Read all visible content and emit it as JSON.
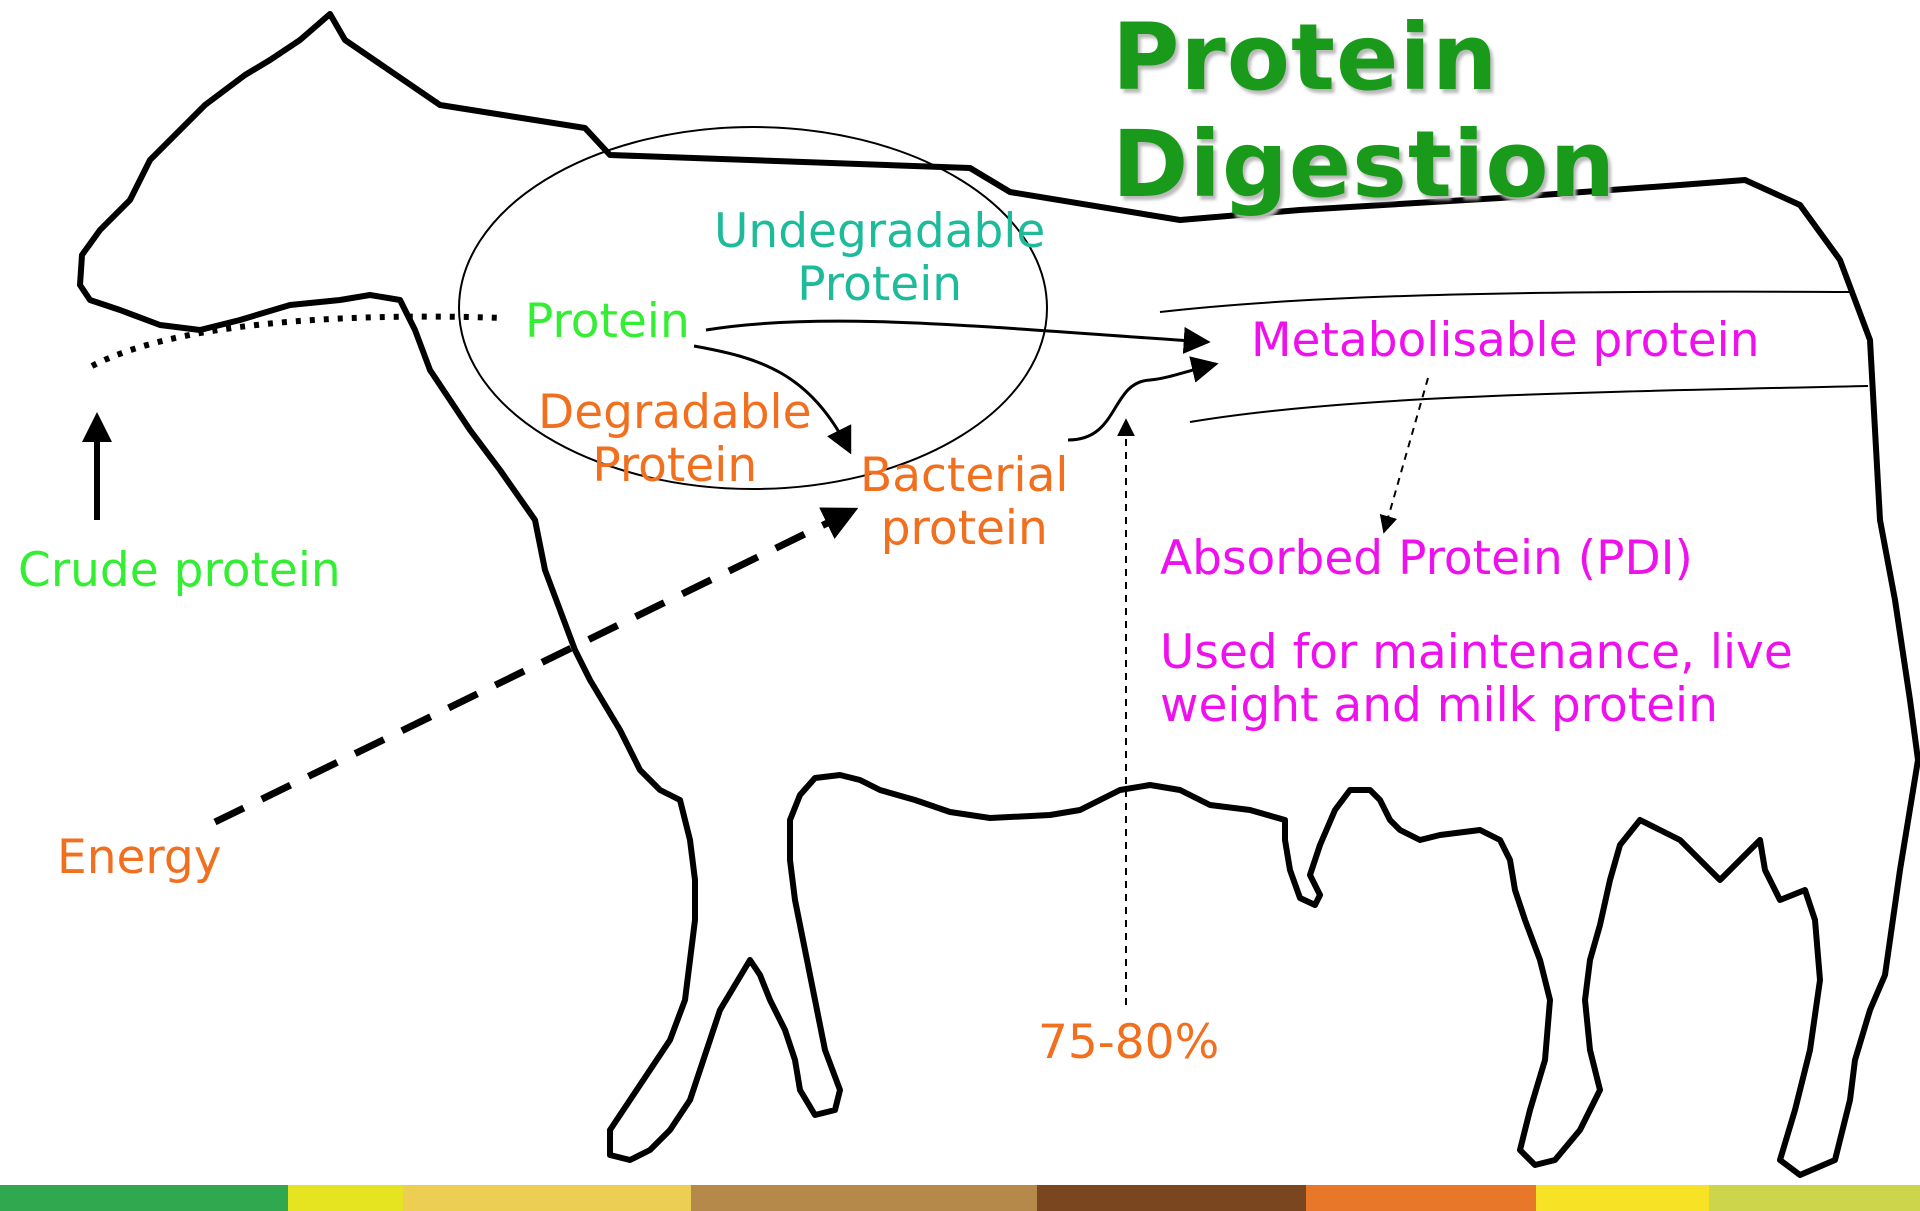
{
  "title": {
    "text": "Protein Digestion",
    "color": "#1a9a1a"
  },
  "labels": {
    "crude_protein": "Crude protein",
    "energy": "Energy",
    "protein": "Protein",
    "undegradable_line1": "Undegradable",
    "undegradable_line2": "Protein",
    "degradable_line1": "Degradable",
    "degradable_line2": "Protein",
    "bacterial_line1": "Bacterial",
    "bacterial_line2": "protein",
    "metabolisable": "Metabolisable protein",
    "absorbed": "Absorbed Protein (PDI)",
    "used_line1": "Used for maintenance, live",
    "used_line2": "weight and milk protein",
    "percent": "75-80%"
  },
  "colors": {
    "green": "#33ee33",
    "teal": "#1dbb99",
    "orange": "#f07020",
    "magenta": "#ee11ee",
    "outline": "#000000"
  },
  "footer_bar_colors": [
    "#2fa84f",
    "#e6e320",
    "#eccf52",
    "#b4894a",
    "#7a4620",
    "#e8772a",
    "#f8e226",
    "#cdd64a"
  ],
  "footer_bar_widths": [
    15,
    6,
    15,
    18,
    14,
    12,
    9,
    11
  ]
}
